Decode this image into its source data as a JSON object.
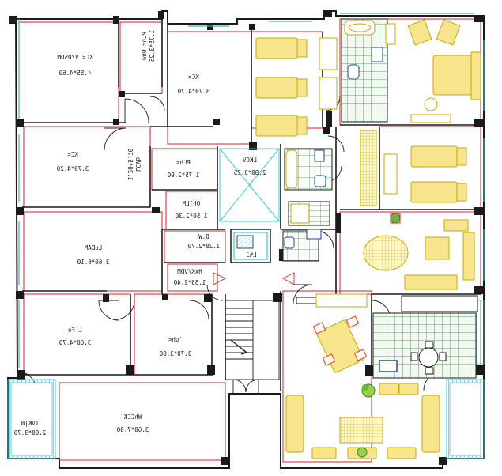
{
  "colors": {
    "wall": "#1a1a1a",
    "wall_red": "#d62020",
    "furniture": "#c8a800",
    "furniture_fill": "#f6e58d",
    "tile": "#2d8a3a",
    "balcony": "#3cc8d8",
    "window": "#39b0d0",
    "rug_red": "#e0552a",
    "accent_blue": "#1e3aa8",
    "floor_tile_bg": "#f3f8f3"
  },
  "rooms": [
    {
      "id": "master-top",
      "name": "KC< VZDSDM",
      "dim": "4.55*4.60"
    },
    {
      "id": "wc-top",
      "name": "PLh< Ohw",
      "dim": "1.75*3.25"
    },
    {
      "id": "bedroom-top",
      "name": "KC<",
      "dim": "3.70*4.20"
    },
    {
      "id": "bedroom-mid",
      "name": "KC<",
      "dim": "3.70*4.20"
    },
    {
      "id": "corridor",
      "name": "LCVb",
      "dim": "1.20*5.70"
    },
    {
      "id": "wc-mid",
      "name": "PLh<",
      "dim": "1.75*2.90"
    },
    {
      "id": "lift-hall",
      "name": "LKCV",
      "dim": "2.80*3.25"
    },
    {
      "id": "bath-small",
      "name": "Oh]LM",
      "dim": "1.50*2.30"
    },
    {
      "id": "living",
      "name": "LuDAM",
      "dim": "3.60*6.10"
    },
    {
      "id": "dw",
      "name": "D.W",
      "dim": "1.20*2.70"
    },
    {
      "id": "lift",
      "name": "L%J",
      "dim": ""
    },
    {
      "id": "kitchen",
      "name": "HxK/VDM",
      "dim": "1.55*2.40"
    },
    {
      "id": "bedroom-low-left",
      "name": "L'Fo",
      "dim": "3.60*4.70"
    },
    {
      "id": "bedroom-low-mid",
      "name": "'uh<",
      "dim": "3.70*3.80"
    },
    {
      "id": "balcony",
      "name": "TVK|m",
      "dim": "2.00*3.70"
    },
    {
      "id": "hall",
      "name": "WhCCK",
      "dim": "3.60*7.00"
    }
  ],
  "icons": [
    "tree-icon",
    "plant-icon",
    "stair-arrow-icon"
  ]
}
